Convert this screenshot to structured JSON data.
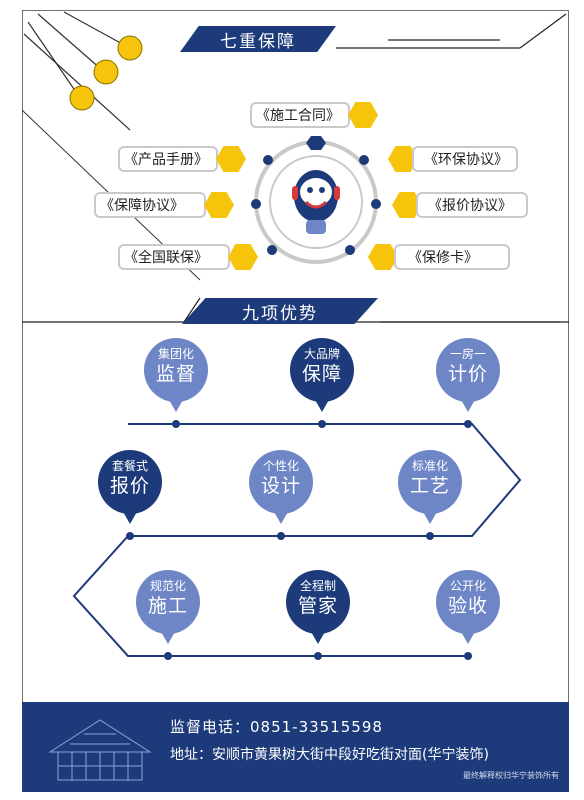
{
  "section1": {
    "title": "七重保障",
    "items_left": [
      "《产品手册》",
      "《保障协议》",
      "《全国联保》"
    ],
    "item_top": "《施工合同》",
    "items_right": [
      "《环保协议》",
      "《报价协议》",
      "《保修卡》"
    ]
  },
  "section2": {
    "title": "九项优势",
    "row1": [
      {
        "small": "集团化",
        "big": "监督",
        "style": "light"
      },
      {
        "small": "大品牌",
        "big": "保障",
        "style": "dark"
      },
      {
        "small": "一房一",
        "big": "计价",
        "style": "light"
      }
    ],
    "row2": [
      {
        "small": "套餐式",
        "big": "报价",
        "style": "dark"
      },
      {
        "small": "个性化",
        "big": "设计",
        "style": "light"
      },
      {
        "small": "标准化",
        "big": "工艺",
        "style": "light"
      }
    ],
    "row3": [
      {
        "small": "规范化",
        "big": "施工",
        "style": "light"
      },
      {
        "small": "全程制",
        "big": "管家",
        "style": "dark"
      },
      {
        "small": "公开化",
        "big": "验收",
        "style": "light"
      }
    ]
  },
  "footer": {
    "phone": "监督电话：0851-33515598",
    "address": "地址：安顺市黄果树大街中段好吃街对面(华宁装饰)",
    "credit": "最终解释权归华宁装饰所有"
  },
  "colors": {
    "navy": "#1d3a7a",
    "light_blue": "#6f86c6",
    "yellow": "#f6c50b"
  }
}
